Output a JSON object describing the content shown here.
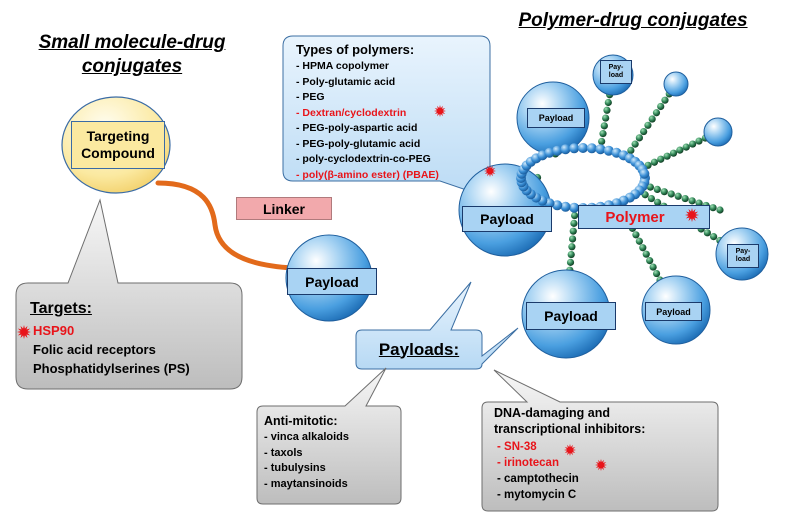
{
  "titles": {
    "small_molecule_line1": "Small molecule-drug",
    "small_molecule_line2": "conjugates",
    "polymer": "Polymer-drug conjugates"
  },
  "targeting_compound": {
    "line1": "Targeting",
    "line2": "Compound"
  },
  "linker": "Linker",
  "payload_label": "Payload",
  "polymer_label": "Polymer",
  "small_payload_line1": "Pay-",
  "small_payload_line2": "load",
  "targets": {
    "heading": "Targets:",
    "items": [
      "HSP90",
      "Folic acid receptors",
      "Phosphatidylserines (PS)"
    ]
  },
  "polymer_types": {
    "heading": "Types of polymers:",
    "items": [
      "- HPMA copolymer",
      "- Poly-glutamic acid",
      "- PEG",
      "- Dextran/cyclodextrin",
      "- PEG-poly-aspartic acid",
      "- PEG-poly-glutamic acid",
      "- poly-cyclodextrin-co-PEG",
      "- poly(β-amino ester) (PBAE)"
    ]
  },
  "payloads_label": "Payloads:",
  "anti_mitotic": {
    "heading": "Anti-mitotic:",
    "items": [
      "- vinca alkaloids",
      "- taxols",
      "- tubulysins",
      "- maytansinoids"
    ]
  },
  "dna_damaging": {
    "heading_line1": "DNA-damaging and",
    "heading_line2": "transcriptional inhibitors:",
    "items": [
      "- SN-38",
      "- irinotecan",
      "- camptothecin",
      "- mytomycin C"
    ]
  },
  "colors": {
    "highlight_red": "#e8141a",
    "linker_orange": "#e26a1b",
    "linker_box": "#f2a9ac",
    "sphere_blue": "#2e8ad4",
    "bead_green": "#1f5f3a",
    "targeting_yellow": "#fbe9a0"
  }
}
